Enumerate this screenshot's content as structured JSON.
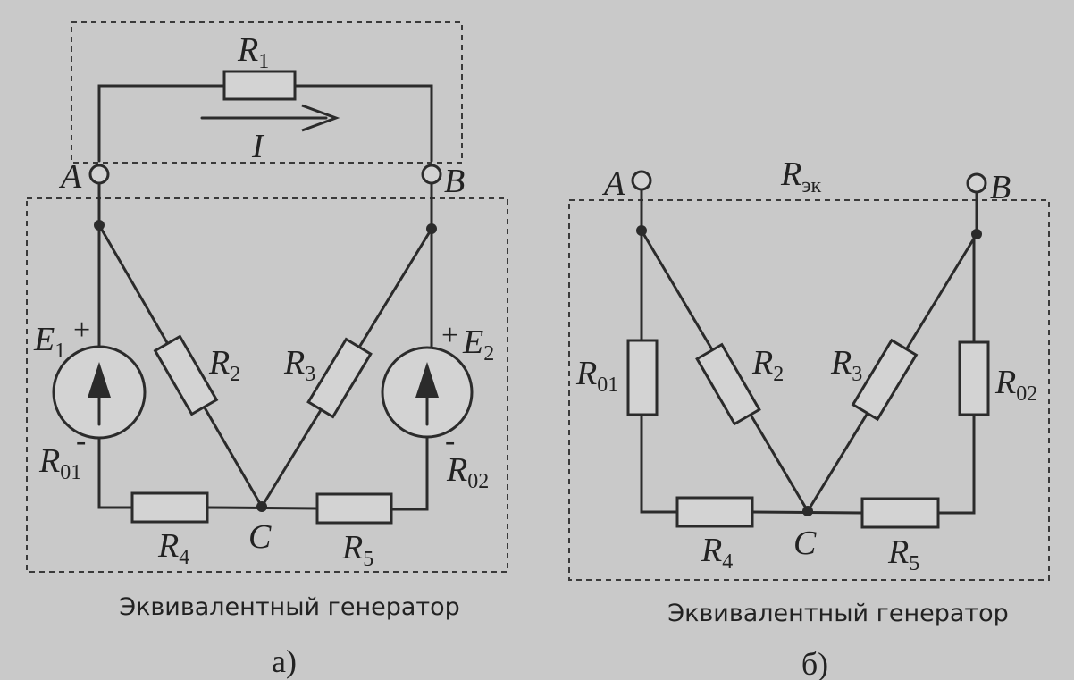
{
  "colors": {
    "background": "#c9c9c9",
    "ink": "#2b2b2b"
  },
  "panel_a": {
    "label": "а)",
    "caption": "Эквивалентный генератор",
    "nodes": {
      "a": "A",
      "b": "B",
      "c": "C"
    },
    "current": "I",
    "sources": {
      "e1": {
        "letter": "E",
        "sub": "1",
        "plus": "+",
        "minus": "-"
      },
      "e2": {
        "letter": "E",
        "sub": "2",
        "plus": "+",
        "minus": "-"
      }
    },
    "resistors": {
      "r1": {
        "letter": "R",
        "sub": "1"
      },
      "r2": {
        "letter": "R",
        "sub": "2"
      },
      "r3": {
        "letter": "R",
        "sub": "3"
      },
      "r4": {
        "letter": "R",
        "sub": "4"
      },
      "r5": {
        "letter": "R",
        "sub": "5"
      },
      "r01": {
        "letter": "R",
        "sub": "01"
      },
      "r02": {
        "letter": "R",
        "sub": "02"
      }
    }
  },
  "panel_b": {
    "label": "б)",
    "caption": "Эквивалентный генератор",
    "nodes": {
      "a": "A",
      "b": "B",
      "c": "C"
    },
    "req": {
      "letter": "R",
      "sub": "эк"
    },
    "resistors": {
      "r2": {
        "letter": "R",
        "sub": "2"
      },
      "r3": {
        "letter": "R",
        "sub": "3"
      },
      "r4": {
        "letter": "R",
        "sub": "4"
      },
      "r5": {
        "letter": "R",
        "sub": "5"
      },
      "r01": {
        "letter": "R",
        "sub": "01"
      },
      "r02": {
        "letter": "R",
        "sub": "02"
      }
    }
  }
}
